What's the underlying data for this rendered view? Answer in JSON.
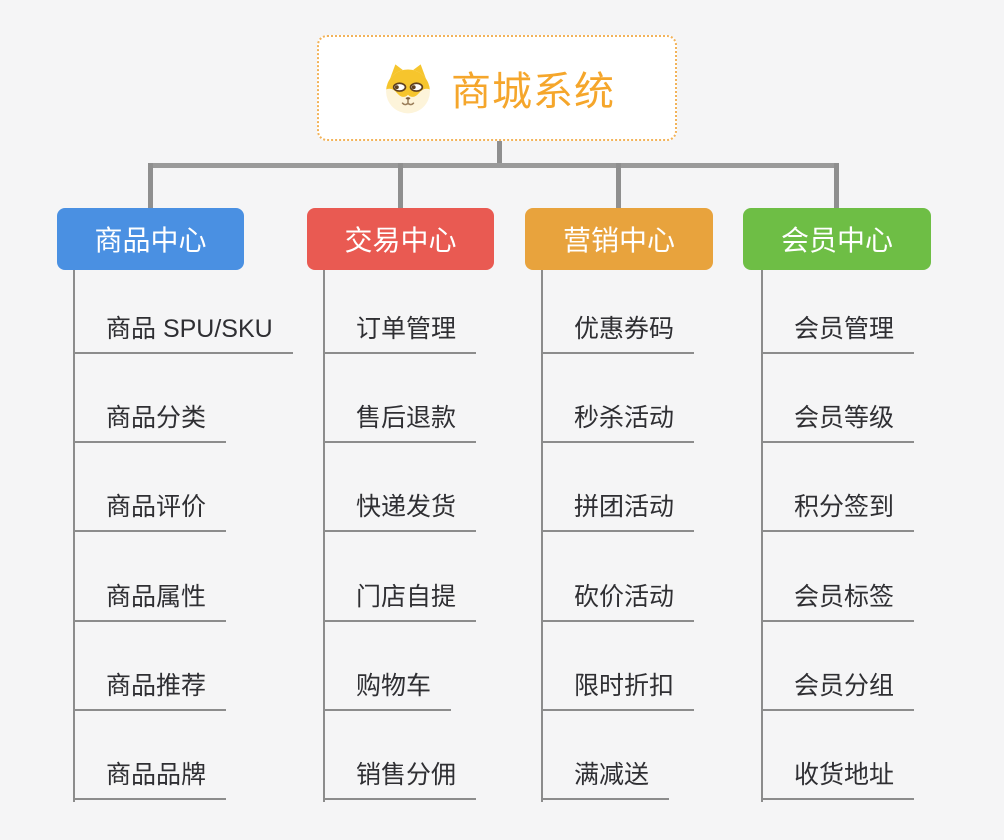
{
  "root": {
    "title": "商城系统",
    "title_color": "#f5a62b",
    "border_color": "#f2b35a",
    "icon": "shiba-dog-face-icon"
  },
  "branches": [
    {
      "label": "商品中心",
      "color": "#4a90e2",
      "items": [
        "商品 SPU/SKU",
        "商品分类",
        "商品评价",
        "商品属性",
        "商品推荐",
        "商品品牌"
      ]
    },
    {
      "label": "交易中心",
      "color": "#e95a52",
      "items": [
        "订单管理",
        "售后退款",
        "快递发货",
        "门店自提",
        "购物车",
        "销售分佣"
      ]
    },
    {
      "label": "营销中心",
      "color": "#e8a33d",
      "items": [
        "优惠券码",
        "秒杀活动",
        "拼团活动",
        "砍价活动",
        "限时折扣",
        "满减送"
      ]
    },
    {
      "label": "会员中心",
      "color": "#6ebe45",
      "items": [
        "会员管理",
        "会员等级",
        "积分签到",
        "会员标签",
        "会员分组",
        "收货地址"
      ]
    }
  ],
  "colors": {
    "background": "#f5f5f6",
    "connector": "#8f8f8f",
    "subtopic_text": "#2f2f33"
  }
}
